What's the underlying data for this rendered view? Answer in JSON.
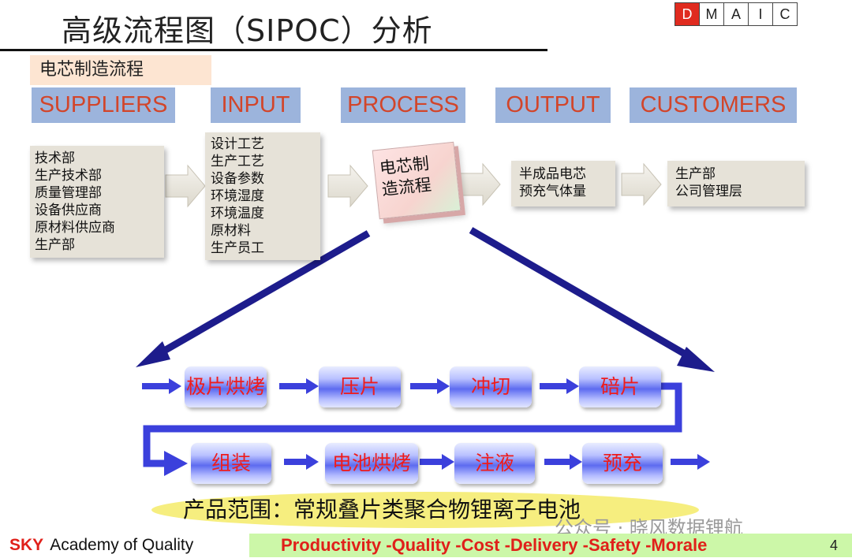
{
  "title": "高级流程图（SIPOC）分析",
  "dmaic": [
    "D",
    "M",
    "A",
    "I",
    "C"
  ],
  "dmaic_active": "D",
  "subtitle": "电芯制造流程",
  "headers": {
    "suppliers": "SUPPLIERS",
    "input": "INPUT",
    "process": "PROCESS",
    "output": "OUTPUT",
    "customers": "CUSTOMERS"
  },
  "suppliers": [
    "技术部",
    "生产技术部",
    "质量管理部",
    "设备供应商",
    "原材料供应商",
    "生产部"
  ],
  "inputs": [
    "设计工艺",
    "生产工艺",
    "设备参数",
    "环境湿度",
    "环境温度",
    "原材料",
    "生产员工"
  ],
  "process_box": [
    "电芯制",
    "造流程"
  ],
  "outputs": [
    "半成品电芯",
    "预充气体量"
  ],
  "customers": [
    "生产部",
    "公司管理层"
  ],
  "steps_row1": [
    "极片烘烤",
    "压片",
    "冲切",
    "碚片"
  ],
  "steps_row2": [
    "组装",
    "电池烘烤",
    "注液",
    "预充"
  ],
  "scope": "产品范围：常规叠片类聚合物锂离子电池",
  "watermark": "公众号 · 晓风数据锂航",
  "footer": {
    "brand": "SKY",
    "org": "Academy of Quality",
    "slogan": "Productivity  -Quality  -Cost   -Delivery  -Safety  -Morale",
    "page": "4"
  },
  "colors": {
    "header_bg": "#9cb4dc",
    "header_text": "#d2452a",
    "step_text": "#ee1c1c",
    "arrow": "#1d1c8c",
    "scope_bg": "#f6ee7f",
    "footer_bar": "#ccf7a8"
  }
}
